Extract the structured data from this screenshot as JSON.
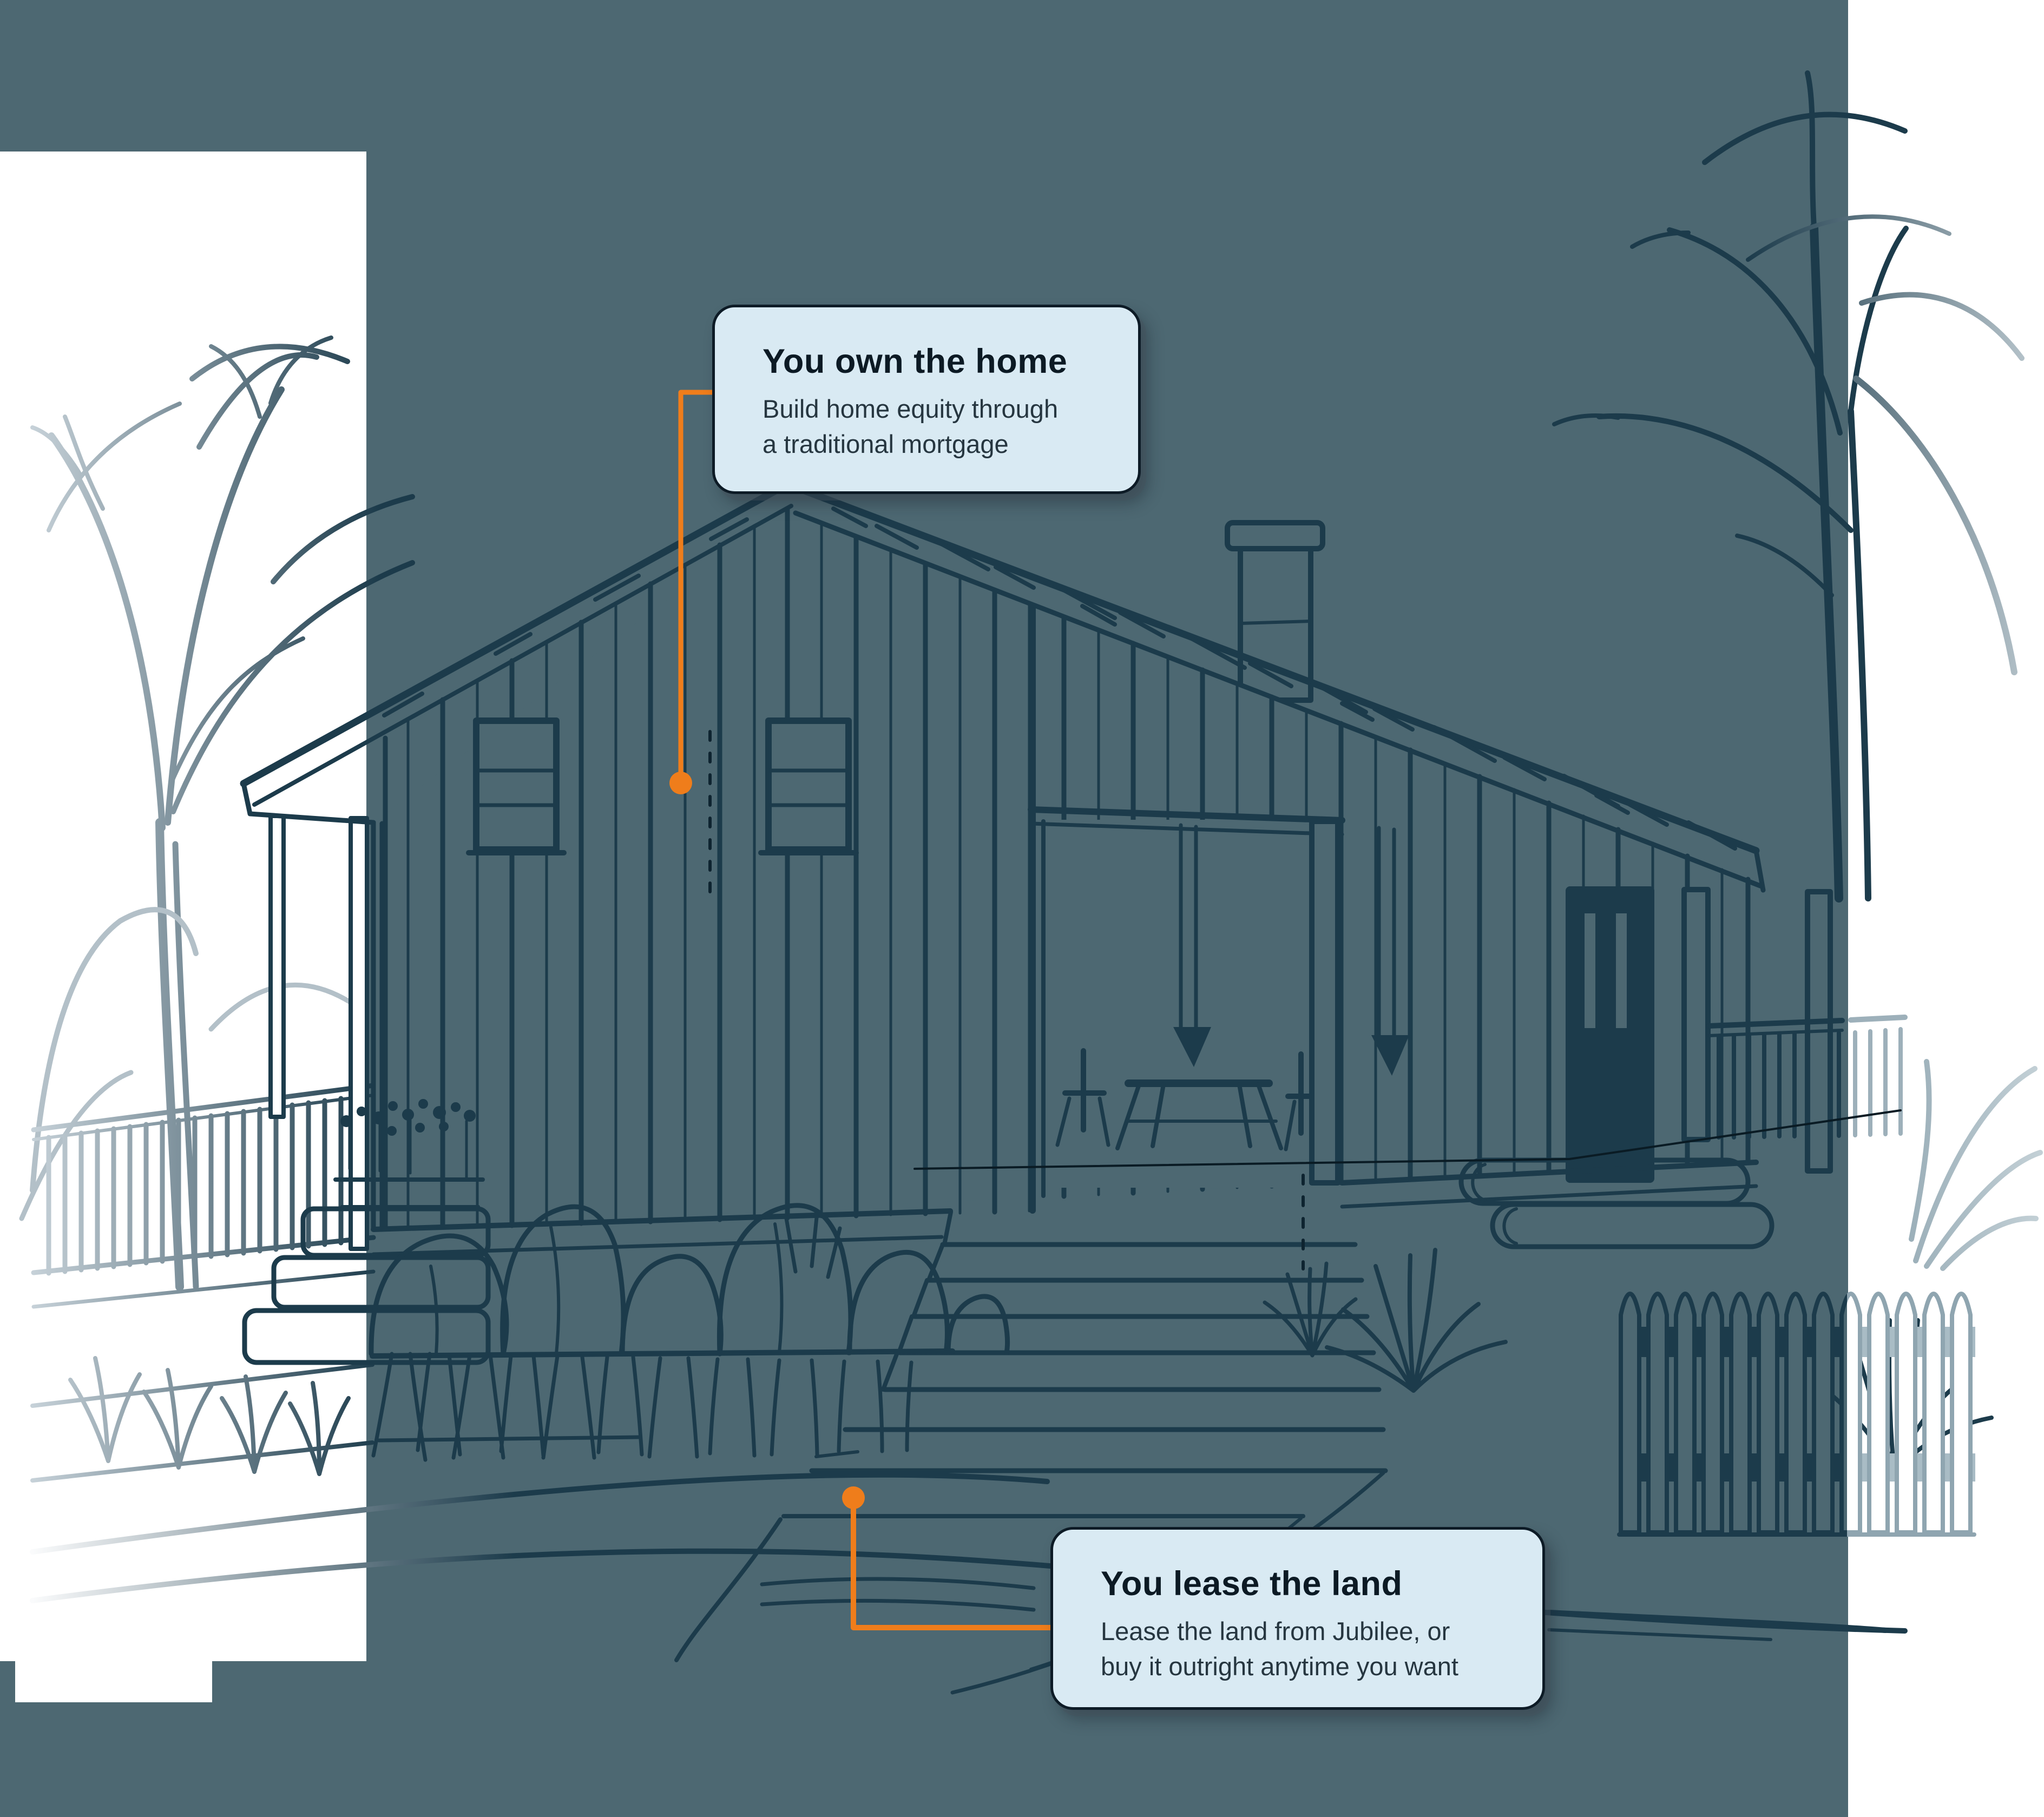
{
  "page": {
    "kind": "marketing-illustration",
    "scene": "hand-drawn line illustration of a single-family home with porch, trees, picket fence and garden on a slate-teal background with white paper cut-out panels"
  },
  "colors": {
    "teal": "#4d6872",
    "navy": "#1c3b4b",
    "white": "#ffffff",
    "card_bg": "#d9eaf3",
    "card_border": "#0d1b26",
    "text_title": "#0c1a24",
    "text_body": "#263640",
    "orange": "#ef7d1b"
  },
  "callouts": {
    "own_home": {
      "title": "You own the home",
      "body": "Build home equity through\na traditional mortgage",
      "marker_icon": "orange-dot-marker"
    },
    "lease_land": {
      "title": "You lease the land",
      "body": "Lease the land from Jubilee, or\nbuy it outright anytime you want",
      "marker_icon": "orange-dot-marker"
    }
  }
}
